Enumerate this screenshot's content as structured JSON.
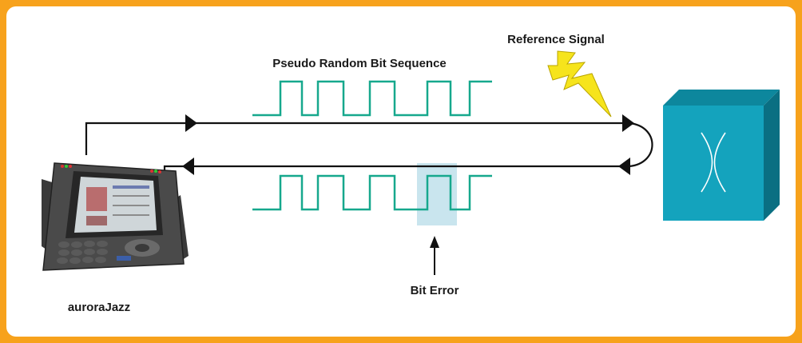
{
  "labels": {
    "prbs": "Pseudo Random Bit Sequence",
    "reference": "Reference Signal",
    "bit_error": "Bit Error",
    "device": "auroraJazz"
  },
  "colors": {
    "border": "#f7a21c",
    "signal": "#16a88d",
    "bolt_fill": "#f6e41c",
    "cube_front": "#14a3bd",
    "error_highlight": "#c9e5ee"
  },
  "icons": {
    "device": "handheld-tester-icon",
    "switch": "cross-connect-cube-icon",
    "bolt": "lightning-bolt-icon"
  }
}
